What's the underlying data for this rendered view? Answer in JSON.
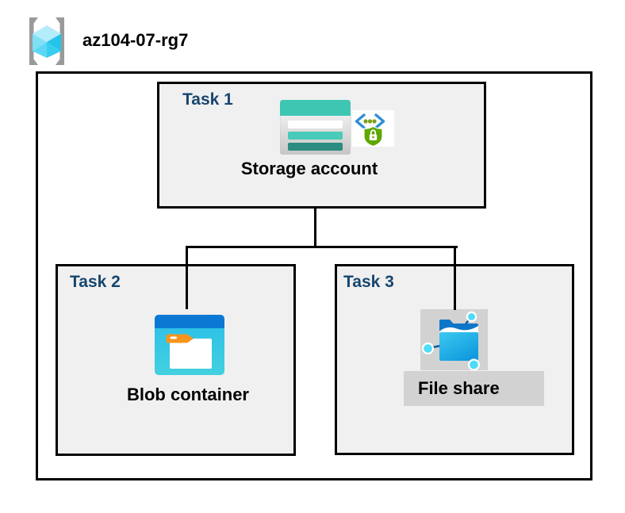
{
  "header": {
    "resource_group": "az104-07-rg7",
    "icon": "resource-group-icon"
  },
  "tasks": [
    {
      "label": "Task 1",
      "resource": "Storage account",
      "icons": [
        "storage-account-icon",
        "sas-shield-lock-icon"
      ]
    },
    {
      "label": "Task 2",
      "resource": "Blob container",
      "icons": [
        "blob-container-icon"
      ]
    },
    {
      "label": "Task 3",
      "resource": "File share",
      "icons": [
        "file-share-icon"
      ],
      "highlighted": true
    }
  ],
  "connections": [
    {
      "from": "Storage account",
      "to": "Blob container"
    },
    {
      "from": "Storage account",
      "to": "File share"
    }
  ],
  "colors": {
    "task_label_navy": "#17466F",
    "task_box_fill": "#F0F0F0",
    "boundary_border": "#000000",
    "highlight_gray": "#D2D2D2",
    "storage_teal_band": "#3EC6B3",
    "storage_teal_bar": "#4ACBB9",
    "storage_dark_teal_bar": "#2B8C7F",
    "blob_title_blue": "#0B79D4",
    "blob_body_cyan": "#2ABEEA",
    "blob_tab_orange": "#F7941E",
    "file_folder_back_blue": "#0D76C8",
    "file_folder_front_cyan": "#38C6EF",
    "node_cyan": "#4FDCF8",
    "sas_bracket_blue": "#2E8FD6",
    "sas_dot_green": "#7AA116",
    "sas_shield_green": "#5EA700",
    "rg_cube_cyan": "#5AD6F2",
    "rg_bracket_gray": "#9A9A9A"
  }
}
